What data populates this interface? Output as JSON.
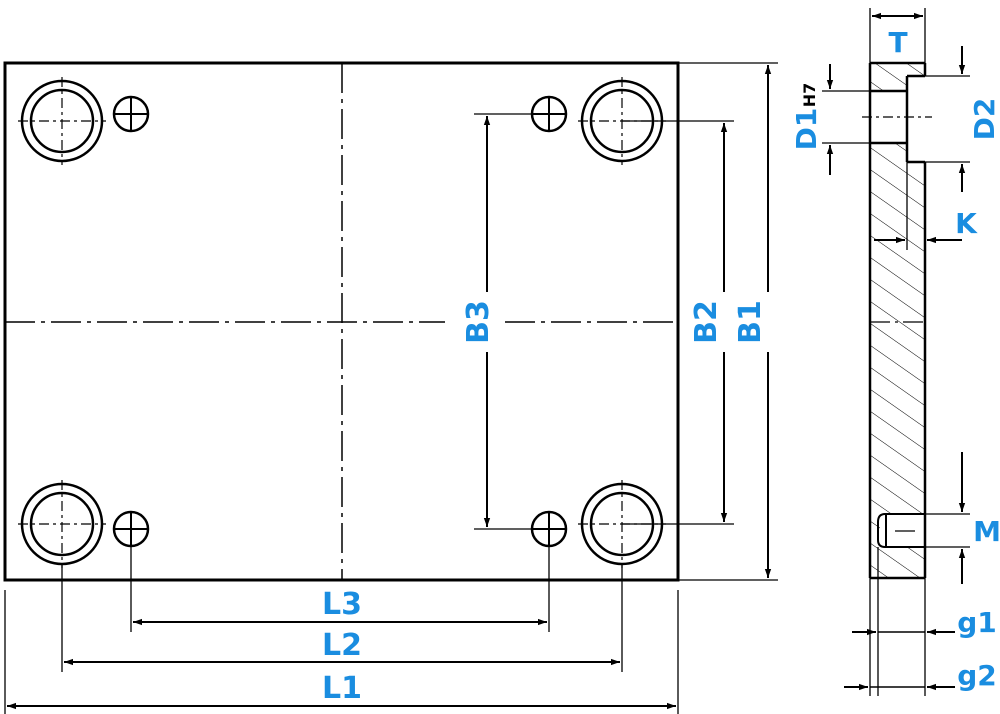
{
  "labels": {
    "T": "T",
    "D1": "D1",
    "H7": "H7",
    "D2": "D2",
    "K": "K",
    "B3": "B3",
    "B2": "B2",
    "B1": "B1",
    "M": "M",
    "L3": "L3",
    "L2": "L2",
    "L1": "L1",
    "g1": "g1",
    "g2": "g2"
  },
  "colors": {
    "label": "#1a8de0",
    "line": "#000000"
  }
}
